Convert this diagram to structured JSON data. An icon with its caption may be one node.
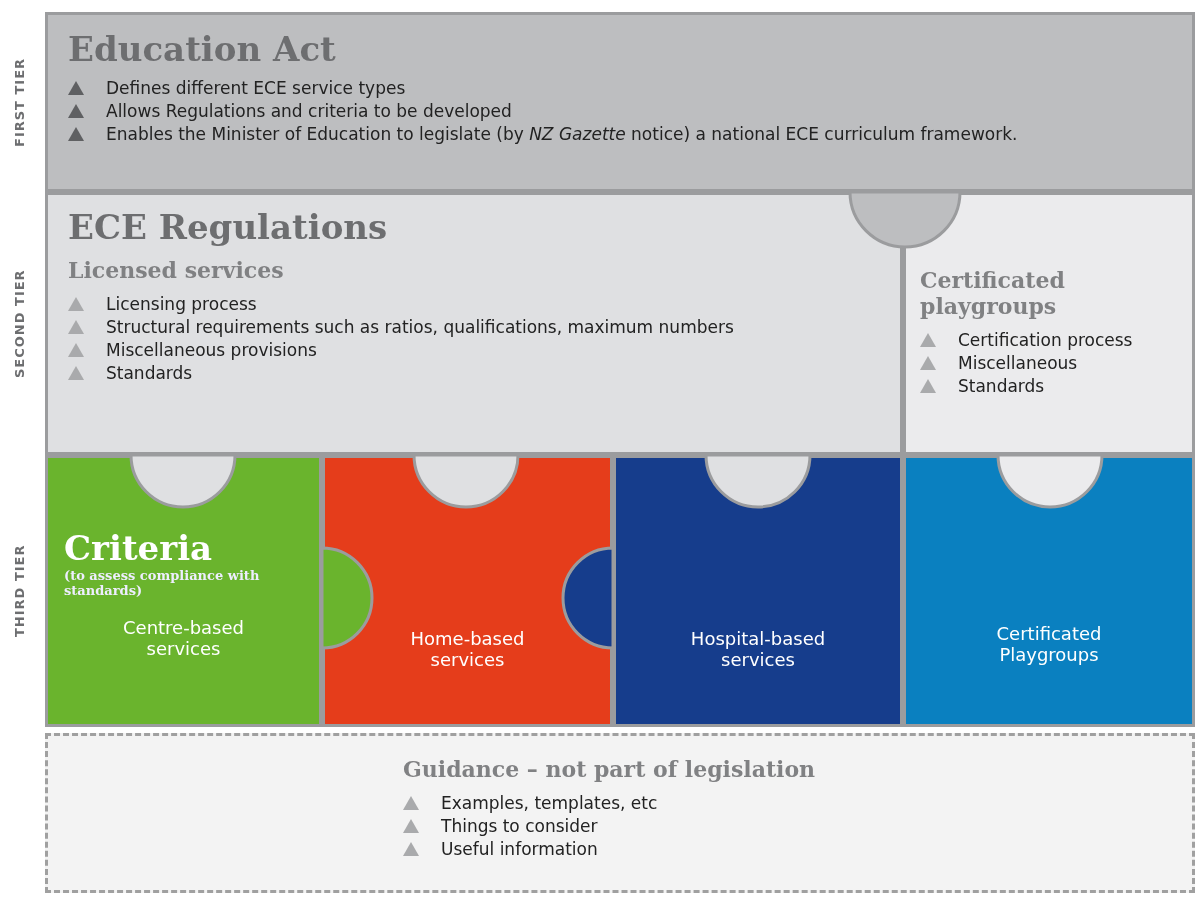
{
  "diagram": {
    "nodes": [
      {
        "text": [
          "Education Act",
          "Defines different ECE service types",
          "Allows Regulations and criteria to be developed",
          "Enables the Minister of Education to legislate (by *NZ Gazette* notice) a national ECE curriculum framework."
        ]
      },
      {
        "text": [
          "ECE Regulations",
          "Licensed services",
          "Licensing process",
          "Structural requirements such as ratios, qualifications, maximum numbers",
          "Miscellaneous provisions",
          "Standards"
        ]
      },
      {
        "text": [
          "Certificated playgroups",
          "Certification process",
          "Miscellaneous",
          "Standards"
        ]
      },
      {
        "text": [
          "Criteria",
          "(to assess compliance with standards)",
          "Centre-based services"
        ]
      },
      {
        "text": [
          "Home-based services"
        ]
      },
      {
        "text": [
          "Hospital-based services"
        ]
      },
      {
        "text": [
          "Certificated Playgroups"
        ]
      },
      {
        "text": [
          "Guidance – not part of legislation",
          "Examples, templates, etc",
          "Things to consider",
          "Useful information"
        ]
      }
    ],
    "labels": [
      "FIRST TIER",
      "SECOND TIER",
      "THIRD TIER"
    ]
  }
}
